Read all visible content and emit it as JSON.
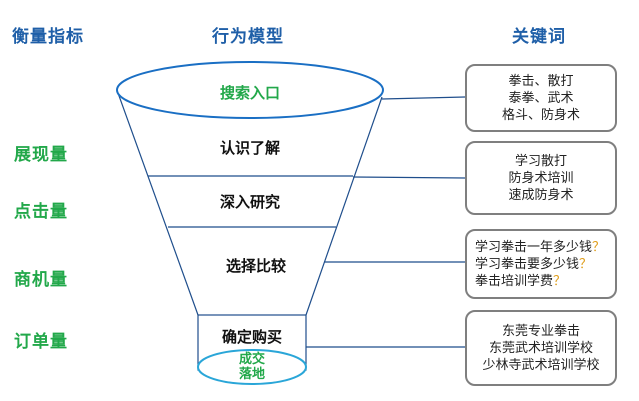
{
  "headers": {
    "metrics": "衡量指标",
    "behavior": "行为模型",
    "keywords": "关键词"
  },
  "metrics": [
    "展现量",
    "点击量",
    "商机量",
    "订单量"
  ],
  "funnel": {
    "top": "搜索入口",
    "stages": [
      "认识了解",
      "深入研究",
      "选择比较",
      "确定购买"
    ],
    "bottom_line1": "成交",
    "bottom_line2": "落地"
  },
  "keyword_boxes": [
    {
      "lines": [
        "拳击、散打",
        "泰拳、武术",
        "格斗、防身术"
      ]
    },
    {
      "lines": [
        "学习散打",
        "防身术培训",
        "速成防身术"
      ]
    },
    {
      "lines": [
        "学习拳击一年多少钱",
        "学习拳击要多少钱",
        "拳击培训学费"
      ],
      "suffix": "？"
    },
    {
      "lines": [
        "东莞专业拳击",
        "东莞武术培训学校",
        "少林寺武术培训学校"
      ]
    }
  ],
  "colors": {
    "header_blue": "#1f5fa8",
    "metric_green": "#22a84a",
    "line_blue": "#1f4e8c",
    "ellipse_blue": "#1a6fc4",
    "bottom_ellipse": "#2aa6d8"
  }
}
